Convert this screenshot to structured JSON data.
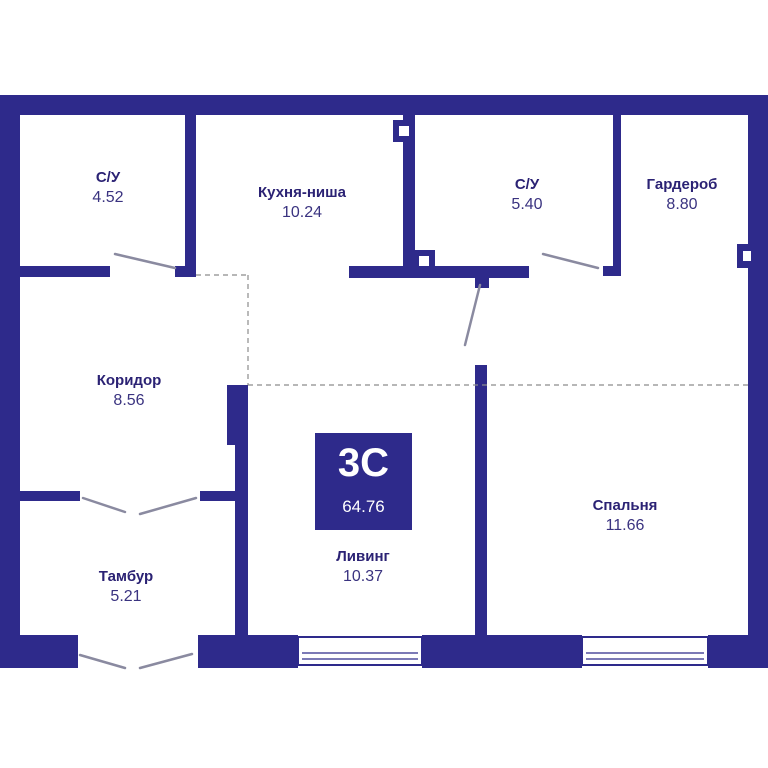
{
  "colors": {
    "wall": "#2e2a8b",
    "badge": "#2e2a8b",
    "text": "#2b2274"
  },
  "plan": {
    "type_label": "3С",
    "total_area": "64.76",
    "rooms": [
      {
        "id": "su1",
        "name": "С/У",
        "area": "4.52"
      },
      {
        "id": "kitchen",
        "name": "Кухня-ниша",
        "area": "10.24"
      },
      {
        "id": "su2",
        "name": "С/У",
        "area": "5.40"
      },
      {
        "id": "wardrobe",
        "name": "Гардероб",
        "area": "8.80"
      },
      {
        "id": "corridor",
        "name": "Коридор",
        "area": "8.56"
      },
      {
        "id": "bedroom",
        "name": "Спальня",
        "area": "11.66"
      },
      {
        "id": "living",
        "name": "Ливинг",
        "area": "10.37"
      },
      {
        "id": "vestibule",
        "name": "Тамбур",
        "area": "5.21"
      }
    ]
  }
}
